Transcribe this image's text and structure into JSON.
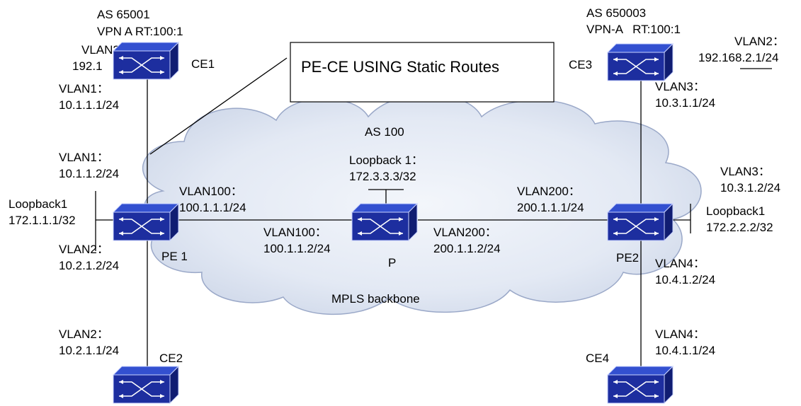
{
  "cloud": {
    "as_label": "AS 100",
    "backbone_label": "MPLS backbone",
    "fill": "#dfe6f2"
  },
  "callout": {
    "text": "PE-CE USING Static Routes"
  },
  "devices": {
    "ce1": {
      "name": "CE1",
      "as_label": "AS 65001",
      "vpn_label": "VPN A RT:100:1",
      "vlan_partial": "VLAN2",
      "ip_partial": "192.1"
    },
    "ce3": {
      "name": "CE3",
      "as_label": "AS 650003",
      "vpn_label": "VPN-A   RT:100:1"
    },
    "ce2": {
      "name": "CE2"
    },
    "ce4": {
      "name": "CE4"
    },
    "pe1": {
      "name": "PE 1"
    },
    "pe2": {
      "name": "PE2"
    },
    "p": {
      "name": "P"
    }
  },
  "labels": {
    "ce1_vlan1_name": "VLAN1：",
    "ce1_vlan1_ip": "10.1.1.1/24",
    "pe1_vlan1_name": "VLAN1：",
    "pe1_vlan1_ip": "10.1.1.2/24",
    "pe1_loop_name": "Loopback1",
    "pe1_loop_ip": "172.1.1.1/32",
    "pe1_vlan2_name": "VLAN2：",
    "pe1_vlan2_ip": "10.2.1.2/24",
    "ce2_vlan2_name": "VLAN2：",
    "ce2_vlan2_ip": "10.2.1.1/24",
    "pe1_vlan100_name": "VLAN100：",
    "pe1_vlan100_ip": "100.1.1.1/24",
    "p_vlan100_name": "VLAN100：",
    "p_vlan100_ip": "100.1.1.2/24",
    "p_loop_name": "Loopback 1：",
    "p_loop_ip": "172.3.3.3/32",
    "p_vlan200_name": "VLAN200：",
    "p_vlan200_ip": "200.1.1.2/24",
    "pe2_vlan200_name": "VLAN200：",
    "pe2_vlan200_ip": "200.1.1.1/24",
    "ce3_vlan2_name": "VLAN2：",
    "ce3_vlan2_ip": "192.168.2.1/24",
    "ce3_vlan3_name": "VLAN3：",
    "ce3_vlan3_ip": "10.3.1.1/24",
    "pe2_vlan3_name": "VLAN3：",
    "pe2_vlan3_ip": "10.3.1.2/24",
    "pe2_loop_name": "Loopback1",
    "pe2_loop_ip": "172.2.2.2/32",
    "pe2_vlan4_name": "VLAN4：",
    "pe2_vlan4_ip": "10.4.1.2/24",
    "ce4_vlan4_name": "VLAN4：",
    "ce4_vlan4_ip": "10.4.1.1/24"
  },
  "colors": {
    "switch_top": "#2d47c6",
    "switch_front": "#1a2a96",
    "switch_side": "#0f1c6e",
    "line": "#000000"
  }
}
